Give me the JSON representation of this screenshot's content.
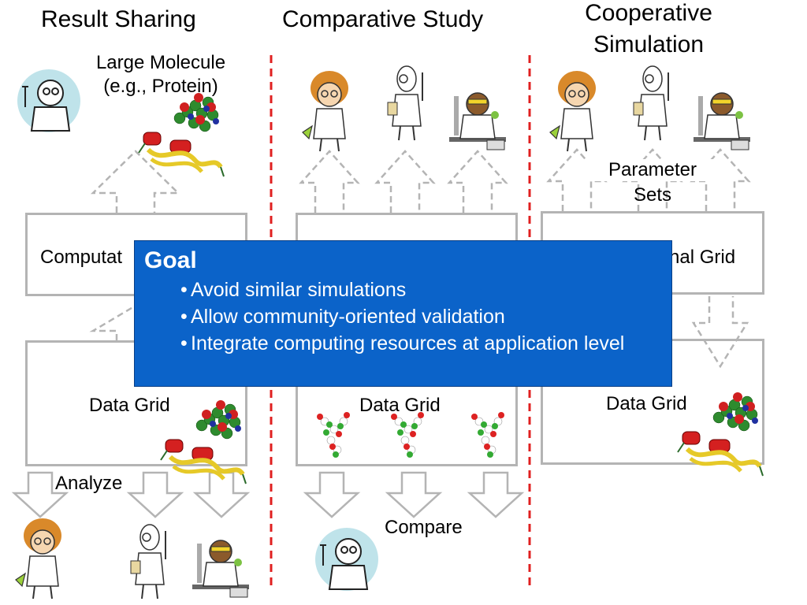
{
  "headings": {
    "result_sharing": "Result Sharing",
    "comparative_study": "Comparative Study",
    "cooperative_line1": "Cooperative",
    "cooperative_line2": "Simulation"
  },
  "labels": {
    "large_molecule_line1": "Large Molecule",
    "large_molecule_line2": "(e.g., Protein)",
    "parameter_sets_line1": "Parameter",
    "parameter_sets_line2": "Sets",
    "analyze": "Analyze",
    "compare": "Compare"
  },
  "boxes": {
    "left_computational": "Computat",
    "right_computational": "nal Grid",
    "left_data": "Data Grid",
    "middle_data": "Data Grid",
    "right_data": "Data Grid"
  },
  "goal": {
    "title": "Goal",
    "items": [
      "Avoid similar simulations",
      "Allow community-oriented validation",
      "Integrate computing resources at application level"
    ]
  },
  "colors": {
    "divider": "#e02020",
    "arrow_stroke": "#b4b4b4",
    "goal_fill": "#0b63c9",
    "scientist_circle": "#bfe3ea"
  }
}
